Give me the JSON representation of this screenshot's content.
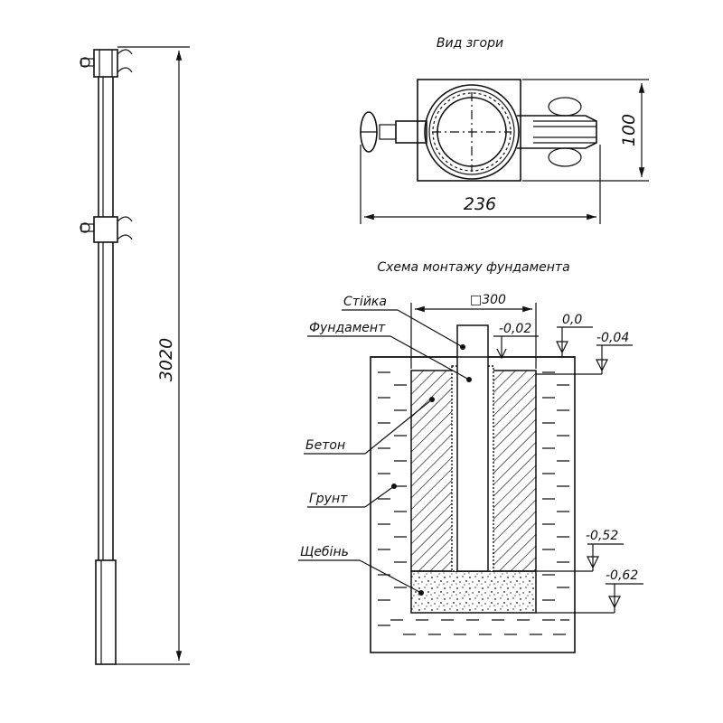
{
  "top_view": {
    "title": "Вид згори",
    "width_dim": "236",
    "height_dim": "100"
  },
  "pole": {
    "height_dim": "3020"
  },
  "foundation": {
    "title": "Схема монтажу фундамента",
    "size_dim": "□300",
    "labels": {
      "pole": "Стійка",
      "foundation": "Фундамент",
      "concrete": "Бетон",
      "soil": "Грунт",
      "gravel": "Щебінь"
    },
    "levels": [
      "-0,02",
      "0,0",
      "-0,04",
      "-0,52",
      "-0,62"
    ]
  },
  "colors": {
    "ink": "#111111",
    "paper": "#ffffff"
  }
}
